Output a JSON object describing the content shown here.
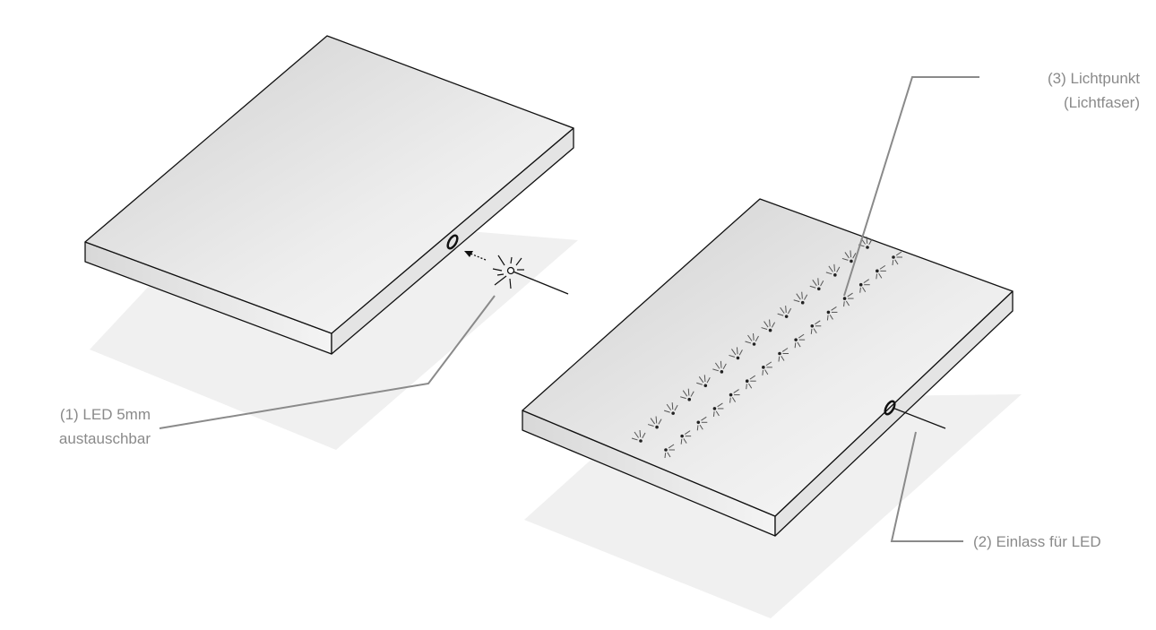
{
  "labels": {
    "lichtpunkt": {
      "line1": "(3) Lichtpunkt",
      "line2": "(Lichtfaser)"
    },
    "led": {
      "line1": "(1) LED 5mm",
      "line2": "austauschbar"
    },
    "einlass": {
      "line1": "(2) Einlass für LED"
    }
  },
  "fiber_rows": [
    15,
    15
  ],
  "colors": {
    "outline": "#111111",
    "leader": "#8a8a8a",
    "shadow": "#efefef",
    "label": "#8a8a8a"
  }
}
